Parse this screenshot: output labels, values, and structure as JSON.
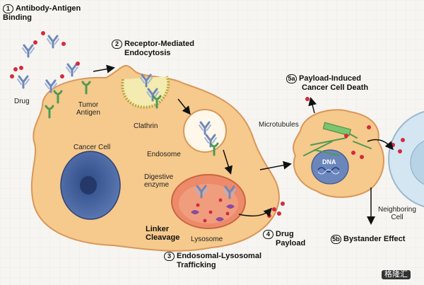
{
  "steps": {
    "s1": {
      "num": "1",
      "line1": "Antibody-Antigen",
      "line2": "Binding"
    },
    "s2": {
      "num": "2",
      "line1": "Receptor-Mediated",
      "line2": "Endocytosis"
    },
    "s3": {
      "num": "3",
      "line1": "Endosomal-Lysosomal",
      "line2": "Trafficking"
    },
    "s4": {
      "num": "4",
      "line1": "Drug",
      "line2": "Payload"
    },
    "s5a": {
      "num": "5a",
      "line1": "Payload-Induced",
      "line2": "Cancer Cell Death"
    },
    "s5b": {
      "num": "5b",
      "line1": "Bystander Effect"
    }
  },
  "labels": {
    "drug": "Drug",
    "tumor_antigen_1": "Tumor",
    "tumor_antigen_2": "Antigen",
    "clathrin": "Clathrin",
    "cancer_cell": "Cancer Cell",
    "endosome": "Endosome",
    "digestive_1": "Digestive",
    "digestive_2": "enzyme",
    "linker_1": "Linker",
    "linker_2": "Cleavage",
    "lysosome": "Lysosome",
    "microtubules": "Microtubules",
    "dna": "DNA",
    "neighboring_1": "Neighboring",
    "neighboring_2": "Cell",
    "watermark": "格隆汇"
  },
  "colors": {
    "cell_fill": "#f6c98c",
    "cell_stroke": "#d9975a",
    "nucleus": "#4e6aa3",
    "antibody": "#6f88b8",
    "receptor": "#4e9a53",
    "drug": "#d42a3c",
    "lysosome": "#ec8a6a",
    "enzyme": "#8a4aa0",
    "neighbor_cell": "#d3e6f2"
  }
}
